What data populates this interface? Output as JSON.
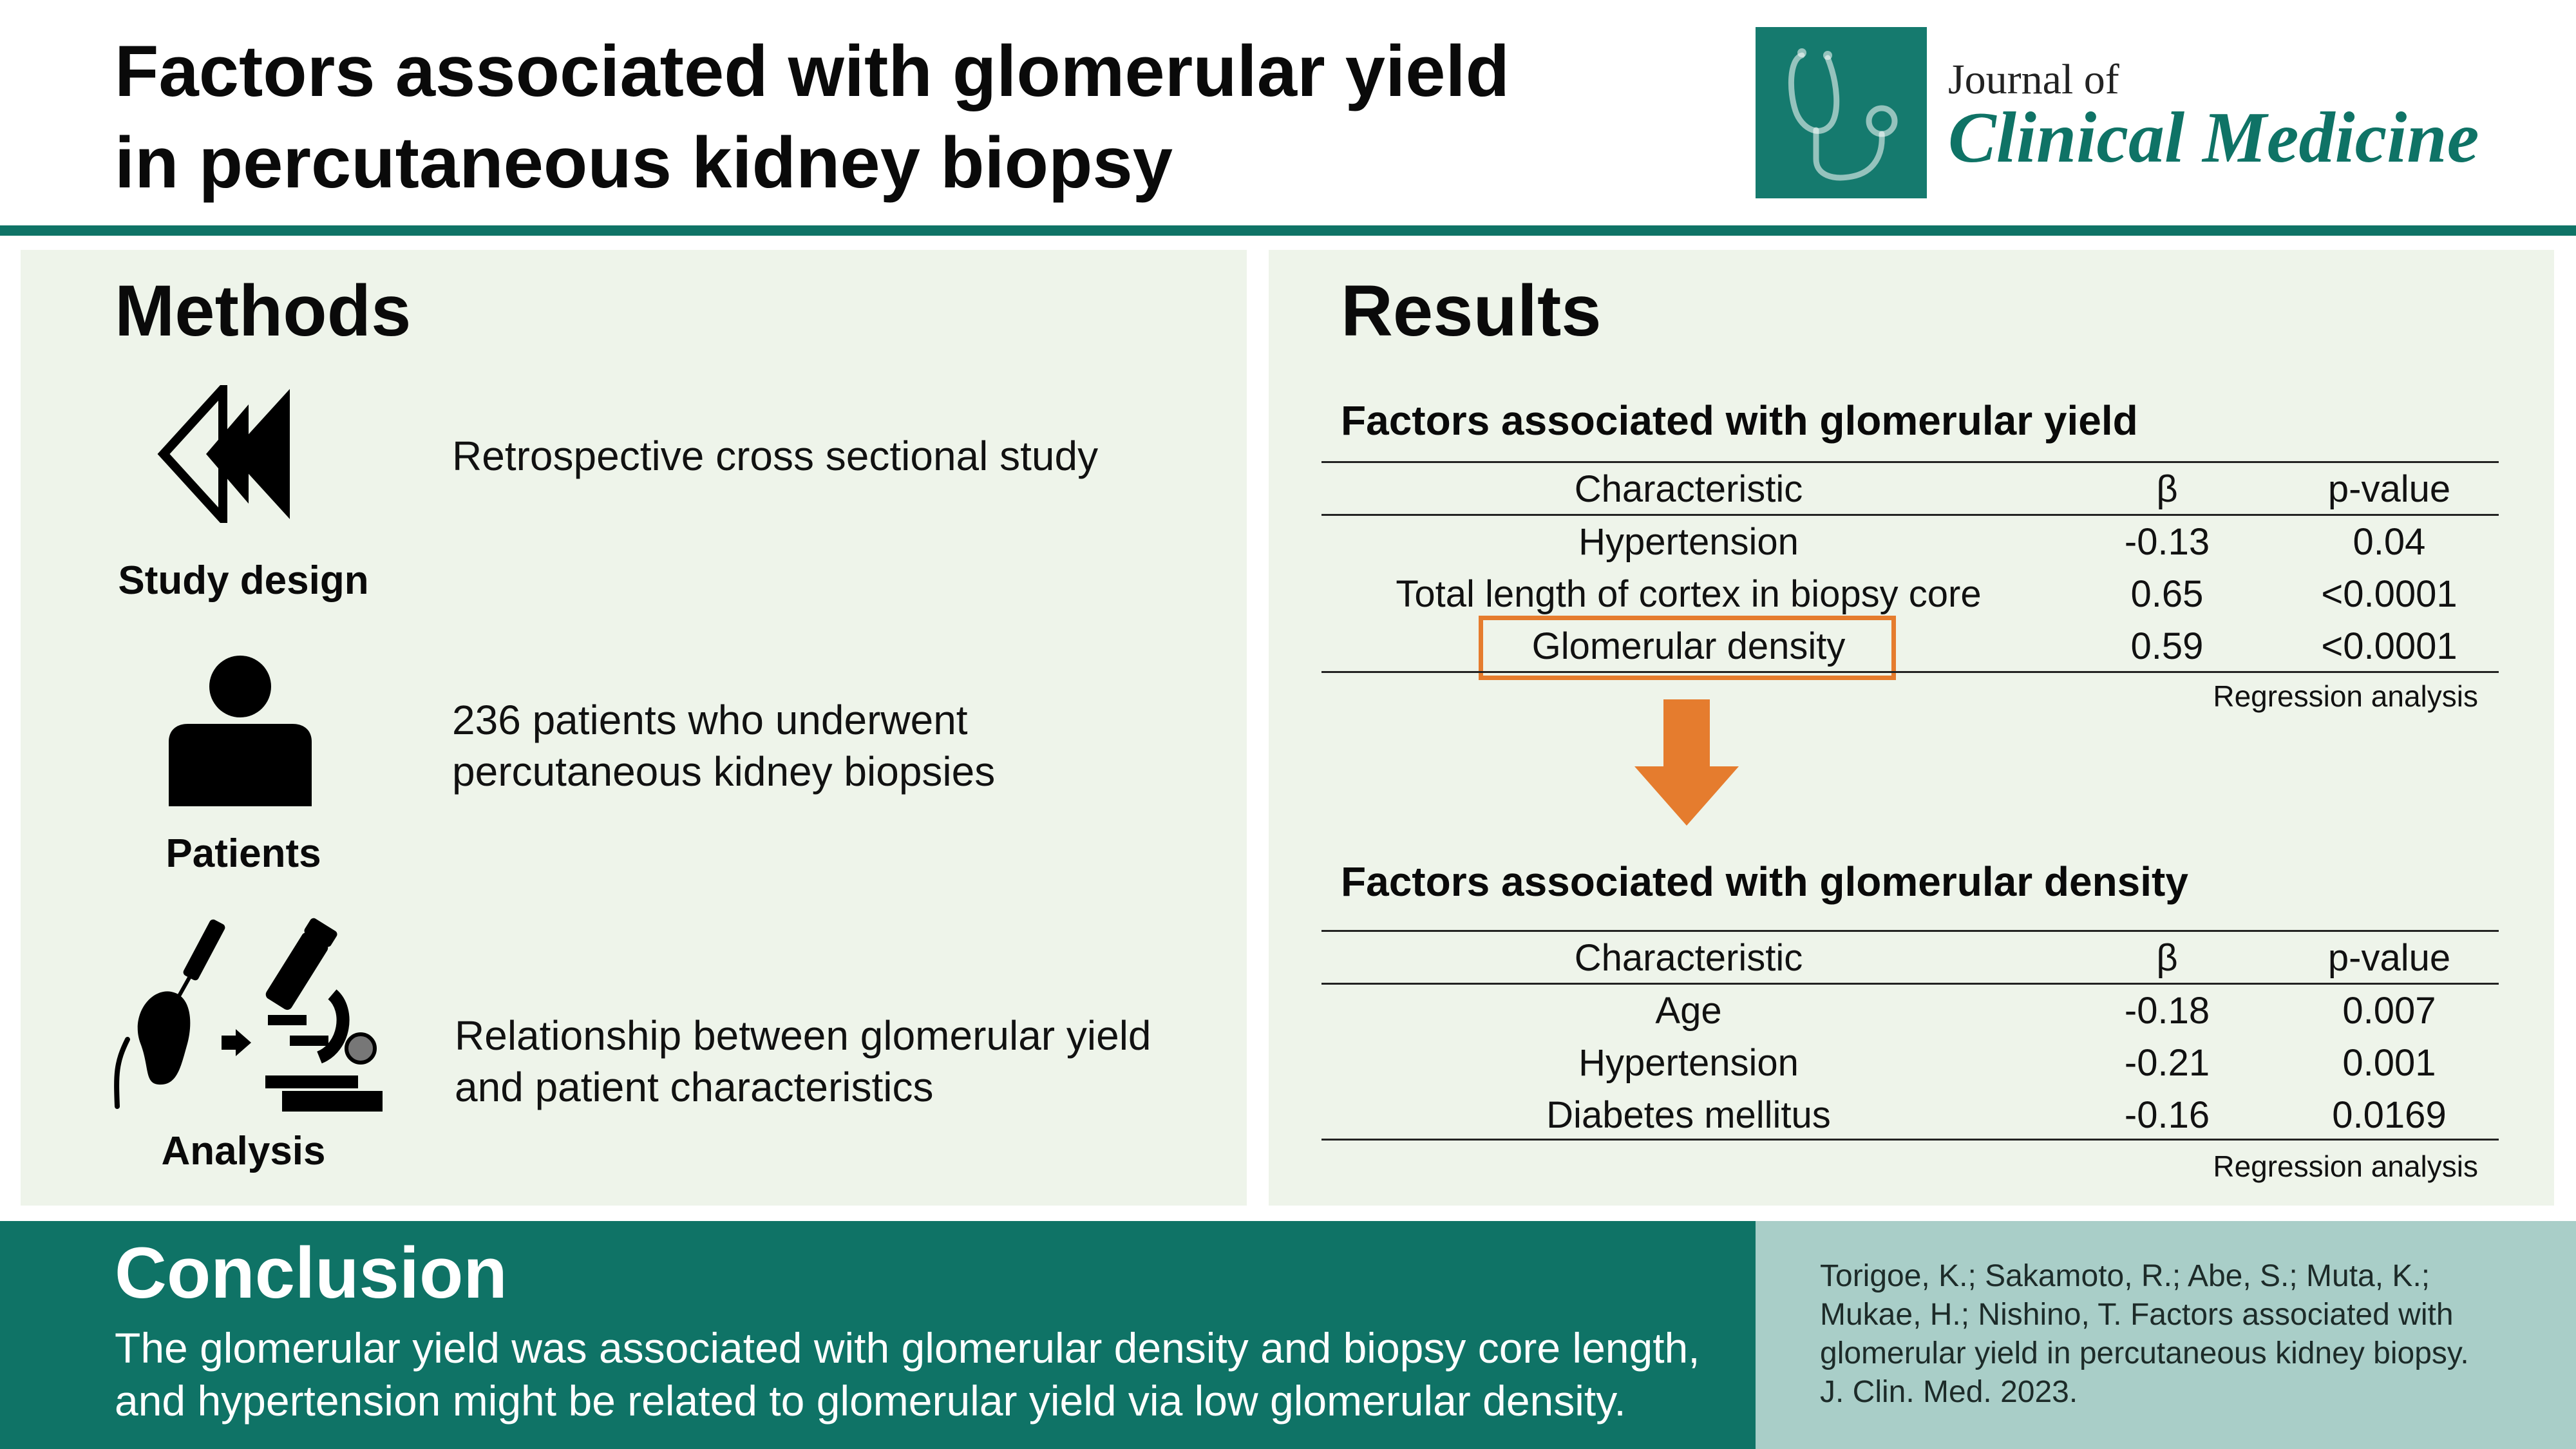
{
  "header": {
    "title_line1": "Factors associated with glomerular yield",
    "title_line2": "in percutaneous kidney biopsy",
    "journal_of": "Journal of",
    "journal_name": "Clinical Medicine",
    "logo_icon": "stethoscope-icon",
    "brand_color": "#0f7366"
  },
  "methods": {
    "heading": "Methods",
    "items": [
      {
        "icon": "rewind-icon",
        "label": "Study design",
        "text": "Retrospective cross sectional study"
      },
      {
        "icon": "person-icon",
        "label": "Patients",
        "text_line1": "236 patients who underwent",
        "text_line2": "percutaneous kidney biopsies"
      },
      {
        "icon": "microscope-icon",
        "label": "Analysis",
        "text_line1": "Relationship between glomerular yield",
        "text_line2": "and patient characteristics"
      }
    ]
  },
  "results": {
    "heading": "Results",
    "tables": [
      {
        "title": "Factors associated with glomerular yield",
        "columns": [
          "Characteristic",
          "β",
          "p-value"
        ],
        "rows": [
          [
            "Hypertension",
            "-0.13",
            "0.04"
          ],
          [
            "Total length of cortex in biopsy core",
            "0.65",
            "<0.0001"
          ],
          [
            "Glomerular density",
            "0.59",
            "<0.0001"
          ]
        ],
        "note": "Regression analysis"
      },
      {
        "title": "Factors associated with glomerular density",
        "columns": [
          "Characteristic",
          "β",
          "p-value"
        ],
        "rows": [
          [
            "Age",
            "-0.18",
            "0.007"
          ],
          [
            "Hypertension",
            "-0.21",
            "0.001"
          ],
          [
            "Diabetes mellitus",
            "-0.16",
            "0.0169"
          ]
        ],
        "note": "Regression analysis"
      }
    ],
    "highlight_color": "#e57c2e"
  },
  "conclusion": {
    "heading": "Conclusion",
    "line1": "The glomerular yield was associated with glomerular density and biopsy core length,",
    "line2": "and hypertension might be related to glomerular yield via low glomerular density."
  },
  "citation": {
    "line1": "Torigoe, K.; Sakamoto, R.; Abe, S.; Muta, K.;",
    "line2": "Mukae, H.; Nishino, T. Factors associated with",
    "line3": "glomerular yield in percutaneous kidney biopsy.",
    "line4": "J. Clin. Med. 2023."
  }
}
